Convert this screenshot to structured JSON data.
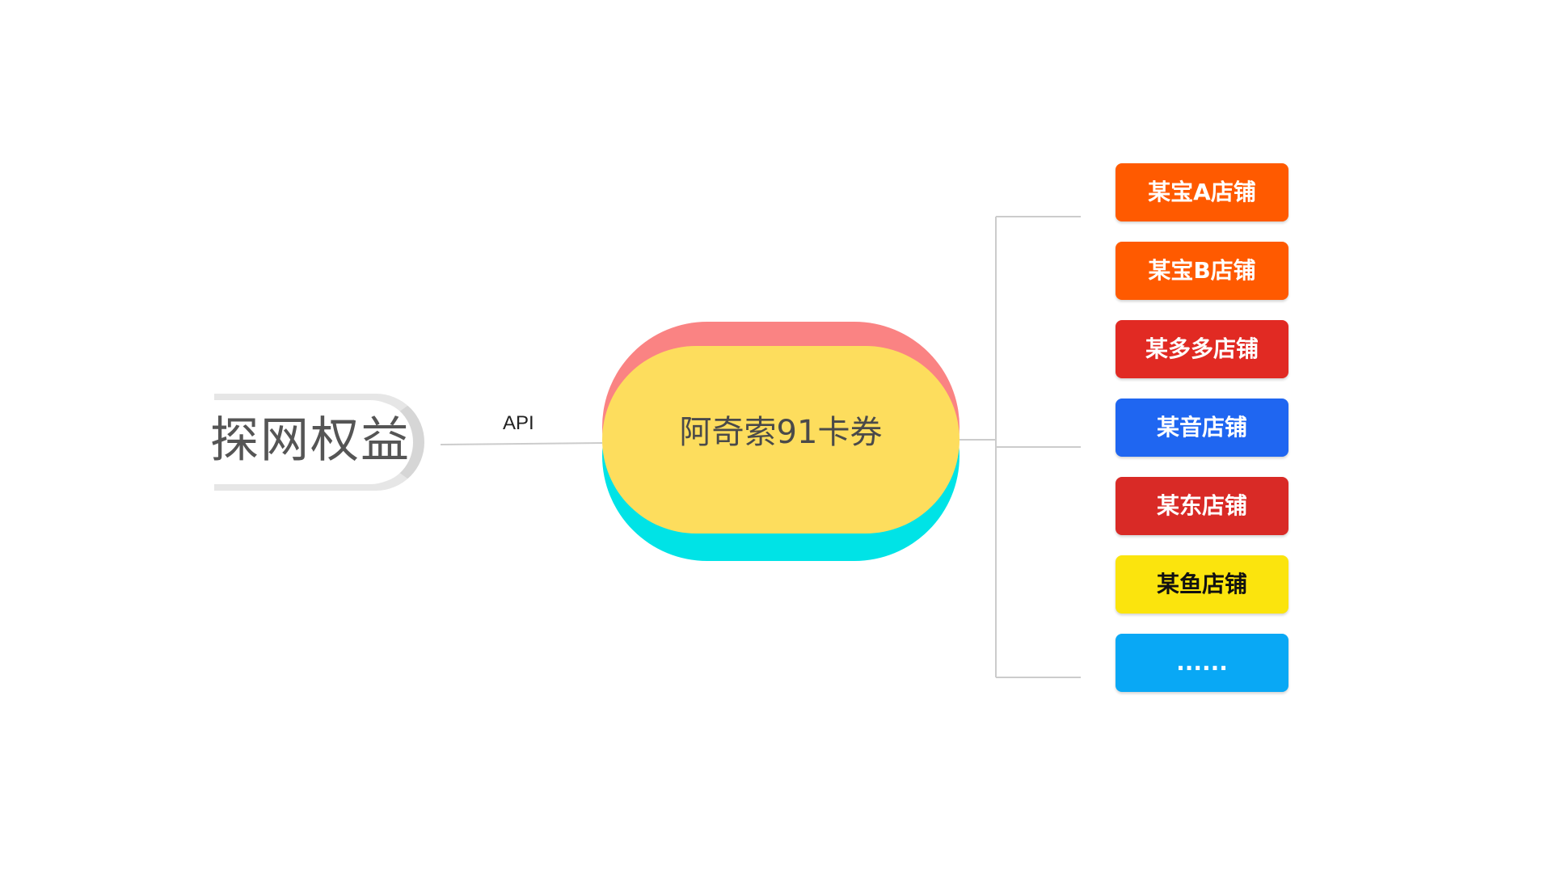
{
  "source": {
    "label": "探网权益",
    "edge_label": "API"
  },
  "hub": {
    "label": "阿奇索91卡券",
    "colors": {
      "top": "#fa8383",
      "middle": "#fddd5d",
      "bottom": "#00e3e6"
    }
  },
  "stores": [
    {
      "label": "某宝A店铺",
      "color": "#ff5a00",
      "text_color": "#ffffff"
    },
    {
      "label": "某宝B店铺",
      "color": "#ff5a00",
      "text_color": "#ffffff"
    },
    {
      "label": "某多多店铺",
      "color": "#e12a23",
      "text_color": "#ffffff"
    },
    {
      "label": "某音店铺",
      "color": "#1f66f1",
      "text_color": "#ffffff"
    },
    {
      "label": "某东店铺",
      "color": "#d92a26",
      "text_color": "#ffffff"
    },
    {
      "label": "某鱼店铺",
      "color": "#fbe40d",
      "text_color": "#111111"
    },
    {
      "label": "......",
      "color": "#09a8f5",
      "text_color": "#ffffff"
    }
  ],
  "line_color": "#cccccc"
}
